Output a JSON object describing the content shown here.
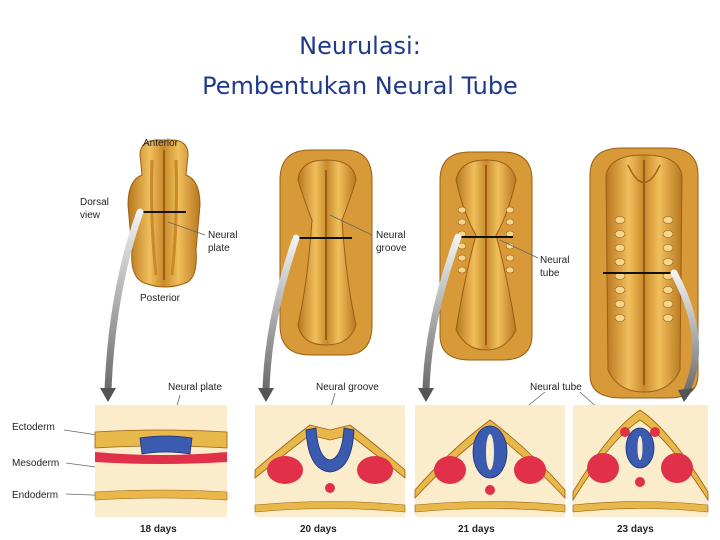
{
  "title": {
    "line1": "Neurulasi:",
    "line2": "Pembentukan Neural Tube"
  },
  "labels": {
    "anterior": "Anterior",
    "posterior": "Posterior",
    "dorsal_view_1": "Dorsal",
    "dorsal_view_2": "view",
    "neural_plate_1": "Neural",
    "neural_plate_2": "plate",
    "neural_groove_1": "Neural",
    "neural_groove_2": "groove",
    "neural_tube_1": "Neural",
    "neural_tube_2": "tube",
    "section_neural_plate": "Neural plate",
    "section_neural_groove": "Neural groove",
    "section_neural_tube": "Neural tube",
    "ectoderm": "Ectoderm",
    "mesoderm": "Mesoderm",
    "endoderm": "Endoderm"
  },
  "stages": [
    {
      "day_label": "18 days"
    },
    {
      "day_label": "20 days"
    },
    {
      "day_label": "21 days"
    },
    {
      "day_label": "23 days"
    }
  ],
  "colors": {
    "title": "#1f3a8a",
    "embryo": "#e0a43c",
    "embryo_dark": "#a86a1a",
    "ectoderm": "#e8b84a",
    "neural": "#3b5bb0",
    "mesoderm": "#e0304a",
    "section_bg": "#fbeccb"
  }
}
